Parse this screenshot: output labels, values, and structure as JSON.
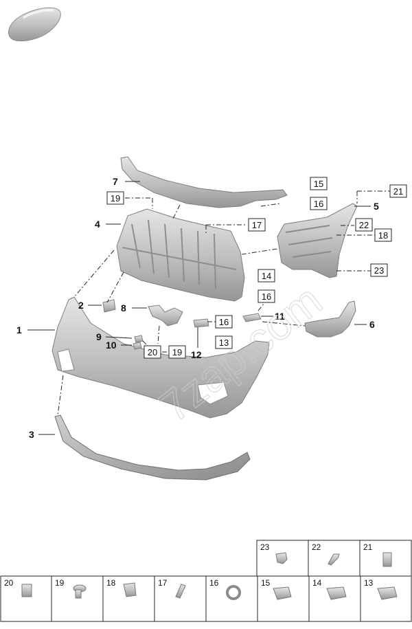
{
  "callouts": [
    {
      "id": "c1",
      "label": "1"
    },
    {
      "id": "c2",
      "label": "2"
    },
    {
      "id": "c3",
      "label": "3"
    },
    {
      "id": "c4",
      "label": "4"
    },
    {
      "id": "c5",
      "label": "5"
    },
    {
      "id": "c6",
      "label": "6"
    },
    {
      "id": "c7",
      "label": "7"
    },
    {
      "id": "c8",
      "label": "8"
    },
    {
      "id": "c9",
      "label": "9"
    },
    {
      "id": "c10",
      "label": "10"
    },
    {
      "id": "c11",
      "label": "11"
    },
    {
      "id": "c12",
      "label": "12"
    }
  ],
  "boxed_labels": [
    {
      "id": "b19a",
      "label": "19"
    },
    {
      "id": "b17",
      "label": "17"
    },
    {
      "id": "b15",
      "label": "15"
    },
    {
      "id": "b16a",
      "label": "16"
    },
    {
      "id": "b21",
      "label": "21"
    },
    {
      "id": "b22",
      "label": "22"
    },
    {
      "id": "b18",
      "label": "18"
    },
    {
      "id": "b23",
      "label": "23"
    },
    {
      "id": "b14",
      "label": "14"
    },
    {
      "id": "b16b",
      "label": "16"
    },
    {
      "id": "b16c",
      "label": "16"
    },
    {
      "id": "b13",
      "label": "13"
    },
    {
      "id": "b20",
      "label": "20"
    },
    {
      "id": "b19b",
      "label": "19"
    }
  ],
  "parts_table": {
    "top_row": [
      "23",
      "22",
      "21"
    ],
    "bottom_row": [
      "20",
      "19",
      "18",
      "17",
      "16",
      "15",
      "14",
      "13"
    ]
  },
  "watermark": "7zap.com"
}
